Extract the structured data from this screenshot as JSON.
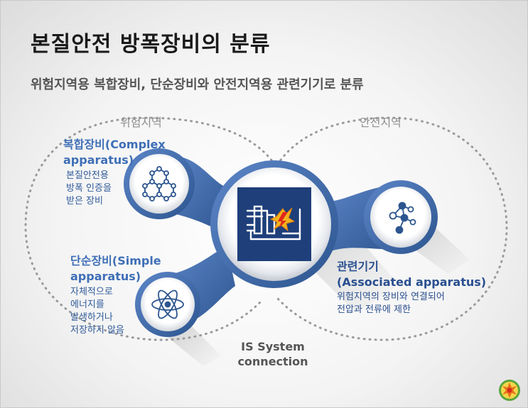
{
  "title": "본질안전 방폭장비의 분류",
  "subtitle": "위험지역용 복합장비, 단순장비와 안전지역용 관련기기로 분류",
  "zones": {
    "hazard": "위험지역",
    "safe": "안전지역"
  },
  "complex": {
    "title_line1": "복합장비(Complex",
    "title_line2": "apparatus)",
    "desc_line1": "본질안전용",
    "desc_line2": "방폭 인증을",
    "desc_line3": "받은 장비"
  },
  "simple": {
    "title_line1": "단순장비(Simple",
    "title_line2": "apparatus)",
    "desc_line1": "자체적으로",
    "desc_line2": "에너지를",
    "desc_line3": "발생하거나",
    "desc_line4": "저장하지 않음"
  },
  "associated": {
    "title_line1": "관련기기",
    "title_line2": "(Associated apparatus)",
    "desc_line1": "위험지역의 장비와 연결되어",
    "desc_line2": "전압과 전류에 제한"
  },
  "connection": {
    "line1": "IS System",
    "line2": "connection"
  },
  "colors": {
    "accent_blue": "#3f6fb6",
    "dark_navy": "#1e3f7a",
    "zone_gray": "#9a9a9a"
  },
  "icons": {
    "center": "circuit-barrier-icon",
    "complex": "molecule-hexagon-icon",
    "simple": "atom-icon",
    "associated": "node-network-icon",
    "corner": "explosion-badge-icon"
  }
}
